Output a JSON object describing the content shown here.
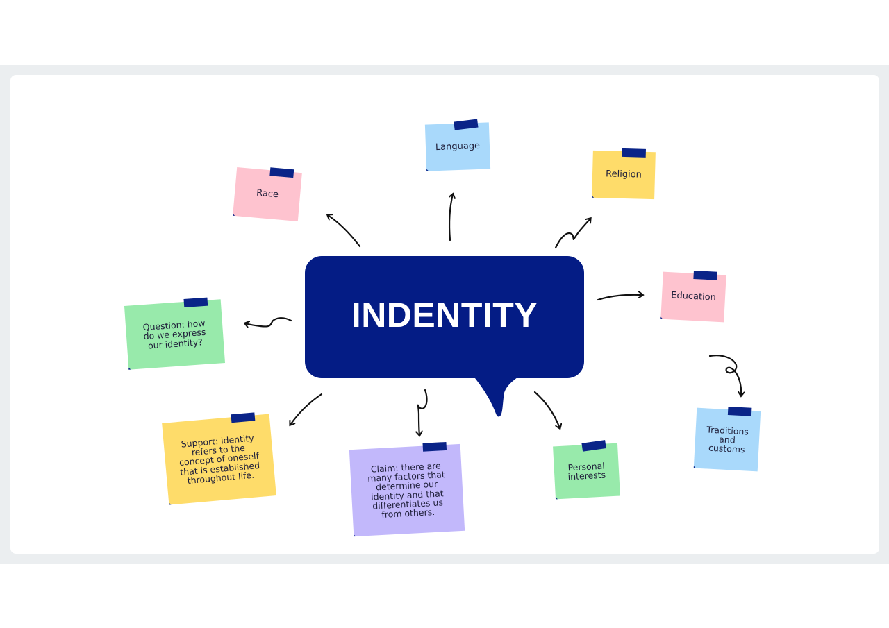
{
  "colors": {
    "band": "#ebeef0",
    "slide": "#ffffff",
    "bubble": "#041c85",
    "tape": "#0a2488",
    "pink": "#fec3cf",
    "blue": "#a9d9fb",
    "yellow": "#fedc6a",
    "green": "#98eaab",
    "purple": "#c2b8fb"
  },
  "center": {
    "title": "INDENTITY"
  },
  "notes": [
    {
      "id": "race",
      "text": "Race",
      "color": "pink"
    },
    {
      "id": "language",
      "text": "Language",
      "color": "blue"
    },
    {
      "id": "religion",
      "text": "Religion",
      "color": "yellow"
    },
    {
      "id": "education",
      "text": "Education",
      "color": "pink"
    },
    {
      "id": "question",
      "text": "Question: how do we express our identity?",
      "color": "green"
    },
    {
      "id": "support",
      "text": "Support:  identity refers to the concept of oneself that is established throughout life.",
      "color": "yellow"
    },
    {
      "id": "claim",
      "text": "Claim: there are many factors that determine our identity and that differentiates us from others.",
      "color": "purple"
    },
    {
      "id": "personal-interests",
      "text": "Personal interests",
      "color": "green"
    },
    {
      "id": "traditions",
      "text": "Traditions and customs",
      "color": "blue"
    }
  ]
}
